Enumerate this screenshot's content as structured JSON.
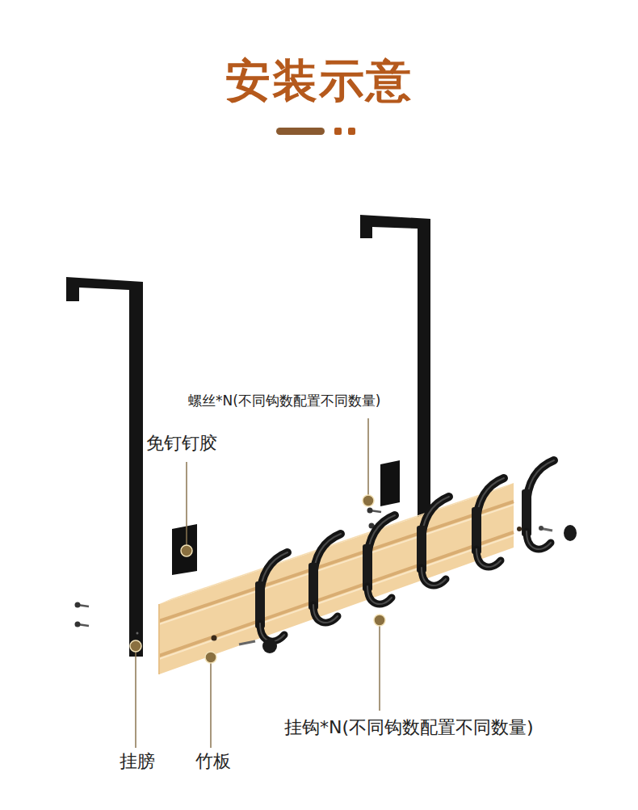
{
  "diagram": {
    "title": "安装示意",
    "labels": [
      "螺丝*N(不同钩数配置不同数量)",
      "免钉钉胶",
      "挂钩*N(不同钩数配置不同数量)",
      "挂膀",
      "竹板"
    ]
  }
}
